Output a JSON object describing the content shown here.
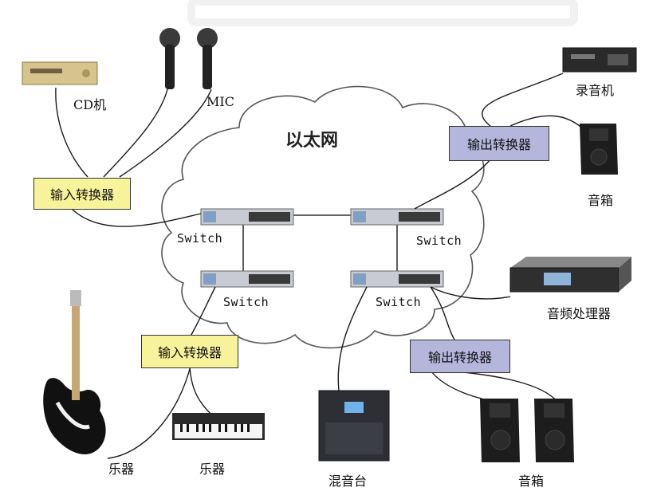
{
  "cloud": {
    "title": "以太网"
  },
  "switches": [
    "Switch",
    "Switch",
    "Switch",
    "Switch"
  ],
  "converters": {
    "input_top": "输入转换器",
    "input_bottom": "输入转换器",
    "output_top": "输出转换器",
    "output_bottom": "输出转换器"
  },
  "devices": {
    "cd": "CD机",
    "mic": "MIC",
    "recorder": "录音机",
    "speaker_top": "音箱",
    "processor": "音频处理器",
    "guitar": "乐器",
    "keyboard": "乐器",
    "mixer": "混音台",
    "speaker_bottom": "音箱"
  },
  "colors": {
    "input_box": "#f7f39a",
    "output_box": "#b4b6dc",
    "cable": "#1a1a1a"
  }
}
